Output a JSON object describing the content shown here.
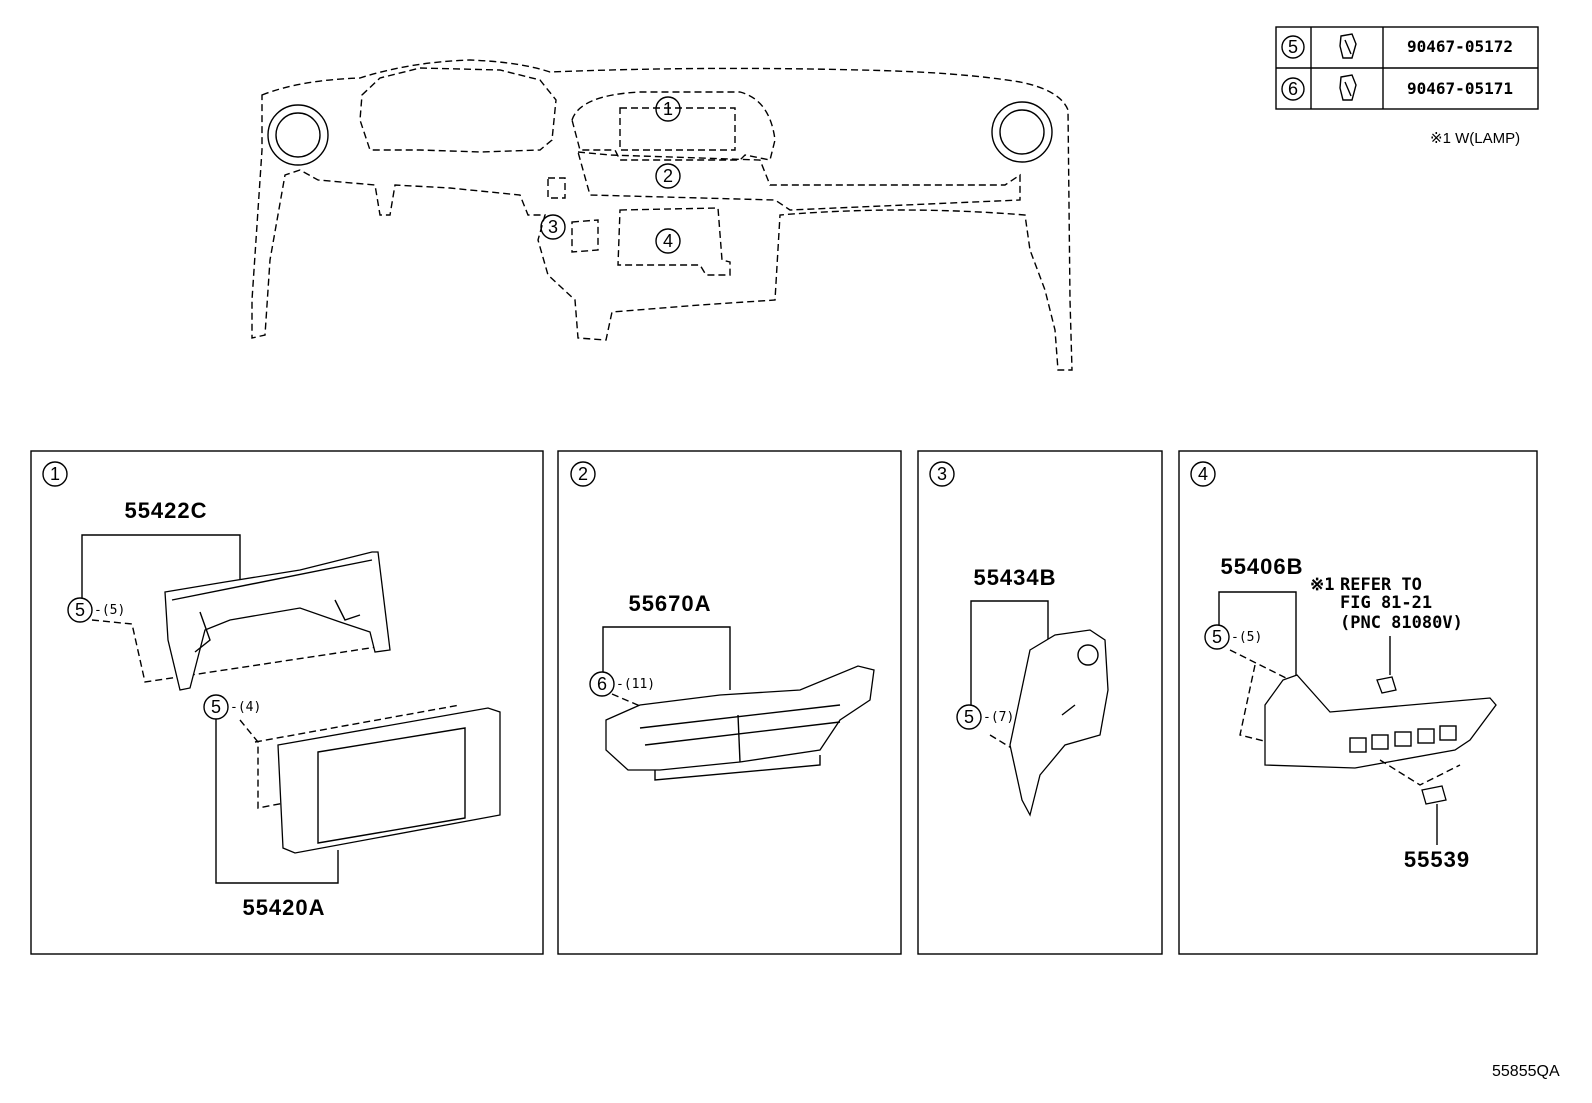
{
  "legend_table": [
    {
      "ref": "5",
      "part_number": "90467-05172"
    },
    {
      "ref": "6",
      "part_number": "90467-05171"
    }
  ],
  "legend_note": "※1 W(LAMP)",
  "overview_callouts": [
    "1",
    "2",
    "3",
    "4"
  ],
  "panels": [
    {
      "index": "1",
      "parts": [
        {
          "number": "55422C",
          "fastener": "5",
          "qty": "-(5)"
        },
        {
          "number": "55420A",
          "fastener": "5",
          "qty": "-(4)"
        }
      ]
    },
    {
      "index": "2",
      "parts": [
        {
          "number": "55670A",
          "fastener": "6",
          "qty": "-(11)"
        }
      ]
    },
    {
      "index": "3",
      "parts": [
        {
          "number": "55434B",
          "fastener": "5",
          "qty": "-(7)"
        }
      ]
    },
    {
      "index": "4",
      "parts": [
        {
          "number": "55406B",
          "fastener": "5",
          "qty": "-(5)"
        },
        {
          "number": "55539"
        }
      ],
      "note": {
        "mark": "※1",
        "line1": "REFER TO",
        "line2": "FIG 81-21",
        "line3": "(PNC 81080V)"
      }
    }
  ],
  "diagram_code": "55855QA"
}
